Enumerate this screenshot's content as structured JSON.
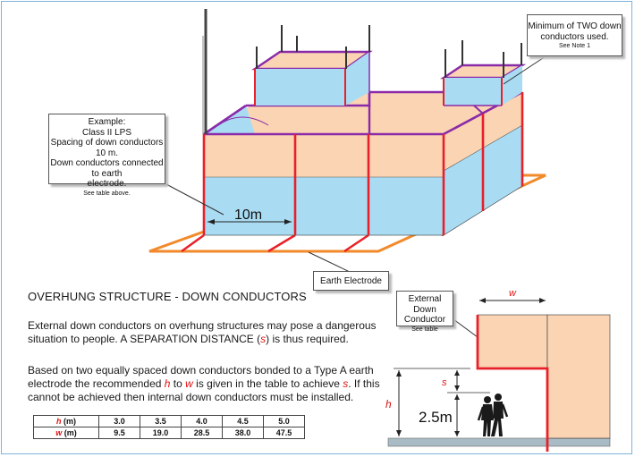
{
  "diagram": {
    "dimension_top": "10m",
    "callouts": {
      "example": {
        "lines": [
          "Example:",
          "Class II LPS",
          "Spacing of down conductors 10 m.",
          "Down conductors connected to earth",
          "electrode."
        ],
        "note": "See table above."
      },
      "minimum": {
        "lines": [
          "Minimum of TWO down",
          "conductors used."
        ],
        "note": "See Note 1"
      },
      "earth_electrode": "Earth Electrode",
      "external_down": {
        "lines": [
          "External Down",
          "Conductor"
        ],
        "note": "See table"
      }
    },
    "overhang_labels": {
      "w": "w",
      "h": "h",
      "s": "s",
      "height_25": "2.5m"
    },
    "colors": {
      "blue_face": "#a9dcf3",
      "peach_face": "#fad4b3",
      "roof_edge": "#8b2aa8",
      "conductor": "#e8202a",
      "earth": "#f28a2b",
      "ground": "#a9bcc5"
    }
  },
  "text": {
    "section_title": "OVERHUNG STRUCTURE - DOWN CONDUCTORS",
    "para1_line1": "External down conductors on overhung structures may pose a dangerous",
    "para1_line2_a": "situation to people. A SEPARATION DISTANCE (",
    "para1_line2_s": "s",
    "para1_line2_b": ") is thus required.",
    "para2_line1": "Based on two equally spaced down conductors bonded to a Type A earth",
    "para2_line2_a": "electrode the recommended ",
    "para2_line2_h": "h",
    "para2_line2_mid": " to ",
    "para2_line2_w": "w",
    "para2_line2_b": " is given in the table to achieve ",
    "para2_line2_s": "s",
    "para2_line2_c": ". If this",
    "para2_line3": "cannot be achieved then internal down conductors must be installed."
  },
  "table": {
    "row_h_label": "h",
    "row_w_label": "w",
    "unit": "(m)",
    "h_values": [
      "3.0",
      "3.5",
      "4.0",
      "4.5",
      "5.0"
    ],
    "w_values": [
      "9.5",
      "19.0",
      "28.5",
      "38.0",
      "47.5"
    ]
  }
}
